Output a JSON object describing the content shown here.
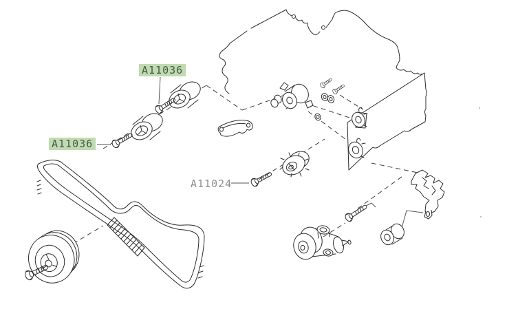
{
  "diagram": {
    "description": "exploded timing belt parts diagram",
    "labels": {
      "a11036_top": {
        "text": "A11036",
        "highlighted": true
      },
      "a11036_left": {
        "text": "A11036",
        "highlighted": true
      },
      "a11024": {
        "text": "A11024",
        "highlighted": false
      }
    },
    "colors": {
      "background": "#ffffff",
      "line": "#2b2b2b",
      "highlight": "#bedcb0",
      "highlight_text": "#4d554d",
      "plain_label_text": "#8e8e8e"
    },
    "parts": [
      "engine-block-outline",
      "timing-cover",
      "idler-pulley-upper",
      "idler-pulley-lower",
      "water-pump-fitting",
      "crank-sprocket",
      "timing-belt",
      "crankshaft-pulley",
      "belt-tensioner",
      "tensioner-bracket",
      "bushing",
      "support-arm",
      "mounting-bolts"
    ]
  }
}
